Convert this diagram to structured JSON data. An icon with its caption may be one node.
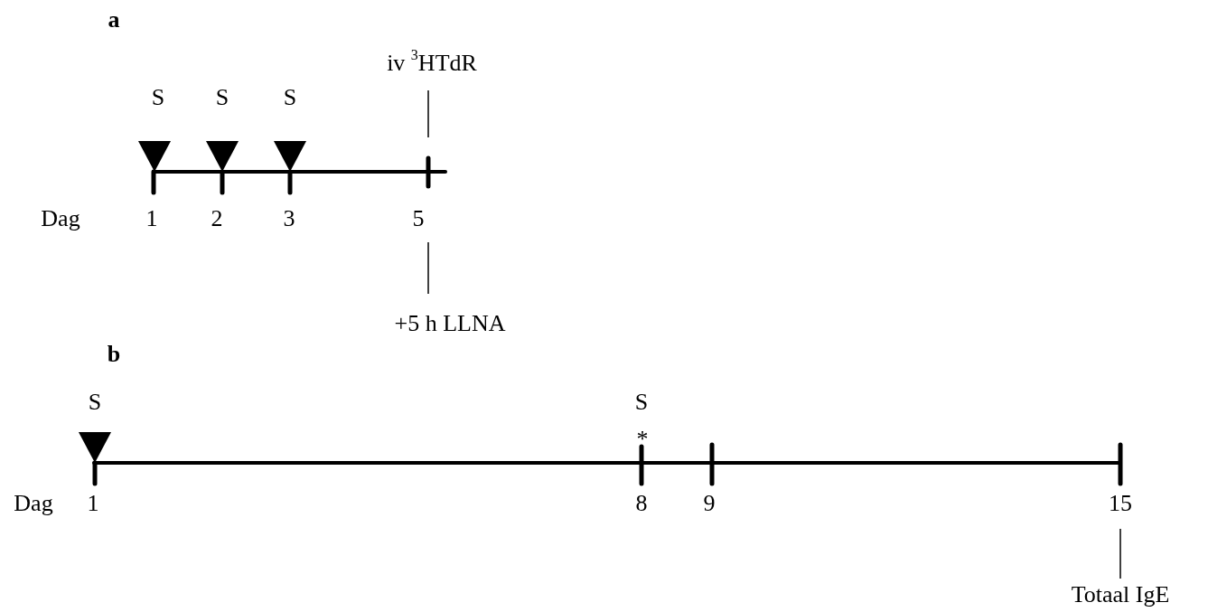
{
  "diagram": {
    "nodes": [
      {
        "text": [
          "iv $^{3}$HTdR"
        ]
      },
      {
        "text": [
          "+5 h LLNA"
        ]
      },
      {
        "text": [
          "Totaal IgE"
        ]
      }
    ],
    "edges": [
      {
        "from": 0,
        "to": null,
        "arrow": "none"
      },
      {
        "from": 1,
        "to": null,
        "arrow": "none"
      },
      {
        "from": 2,
        "to": null,
        "arrow": "none"
      }
    ],
    "labels": [
      "a",
      "S",
      "S",
      "S",
      "Dag",
      "1",
      "2",
      "3",
      "5",
      "b",
      "S",
      "S",
      "*",
      "Dag",
      "1",
      "8",
      "9",
      "15"
    ]
  }
}
